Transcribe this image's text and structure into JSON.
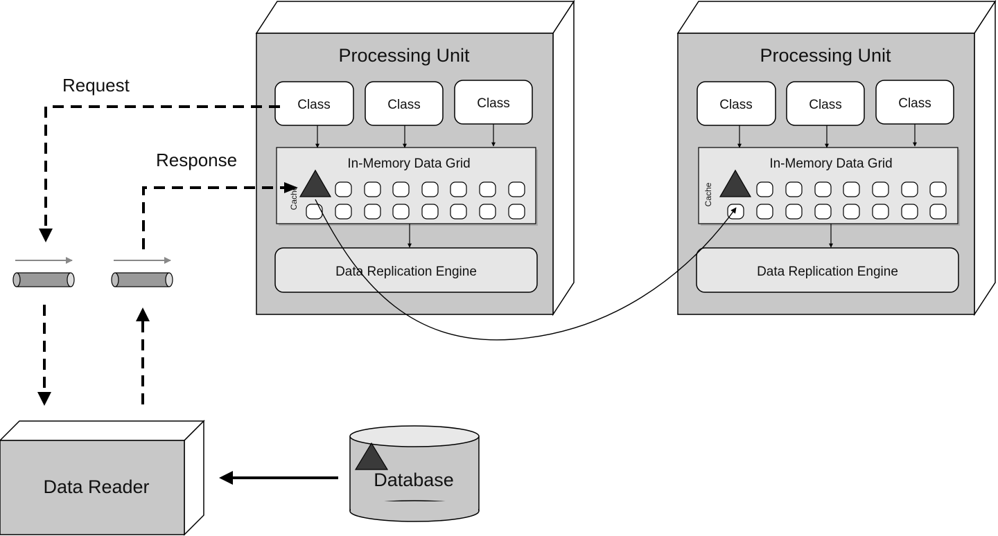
{
  "labels": {
    "request": "Request",
    "response": "Response",
    "data_reader": "Data Reader",
    "database": "Database"
  },
  "processing_units": [
    {
      "title": "Processing Unit",
      "classes": [
        "Class",
        "Class",
        "Class"
      ],
      "grid_title": "In-Memory Data Grid",
      "cache_label": "Cache",
      "engine_label": "Data Replication Engine"
    },
    {
      "title": "Processing Unit",
      "classes": [
        "Class",
        "Class",
        "Class"
      ],
      "grid_title": "In-Memory Data Grid",
      "cache_label": "Cache",
      "engine_label": "Data Replication Engine"
    }
  ],
  "colors": {
    "box_fill": "#c8c8c8",
    "inner_fill": "#e6e6e6",
    "triangle": "#3a3a3a",
    "line": "#000000"
  }
}
